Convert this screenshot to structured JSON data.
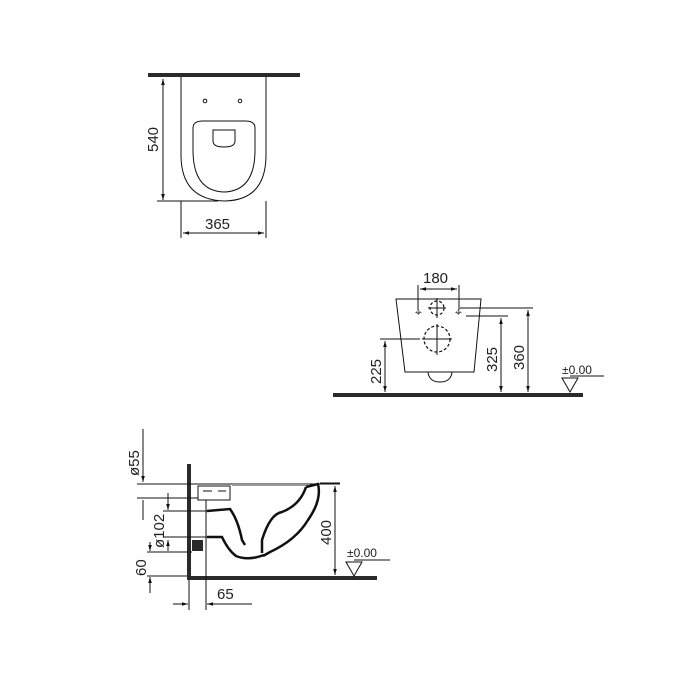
{
  "drawing": {
    "title": "Wall-hung WC technical drawing",
    "units": "mm",
    "line_color": "#111111",
    "background": "#ffffff"
  },
  "top_view": {
    "depth_label": "540",
    "width_label": "365"
  },
  "front_view": {
    "fixing_spacing_label": "180",
    "inlet_height_label": "225",
    "fixing_height_label": "325",
    "top_height_label": "360",
    "floor_level_label": "±0.00"
  },
  "side_view": {
    "inlet_diameter_label": "ø55",
    "outlet_diameter_label": "ø102",
    "outlet_height_label": "60",
    "rim_height_label": "400",
    "wall_offset_label": "65",
    "floor_level_label": "±0.00"
  }
}
